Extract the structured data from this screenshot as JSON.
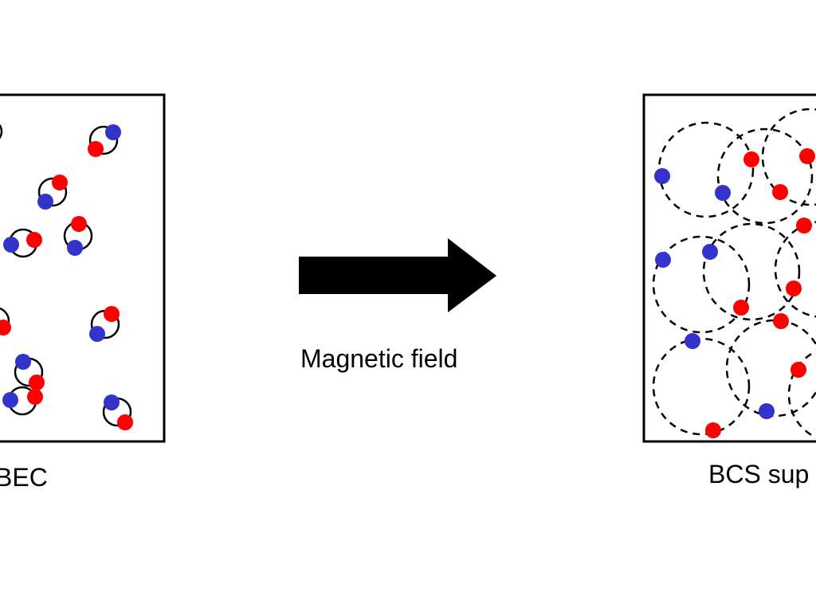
{
  "labels": {
    "left_caption": "BEC",
    "arrow_caption": "Magnetic field",
    "right_caption": "BCS sup"
  },
  "colors": {
    "spin_up": "#ff0000",
    "spin_down": "#3333cc",
    "outline": "#000000"
  },
  "icons": {
    "arrow": "right-arrow-icon",
    "pair": "molecule-pair-icon",
    "cooper_pair": "dashed-circle-icon"
  }
}
